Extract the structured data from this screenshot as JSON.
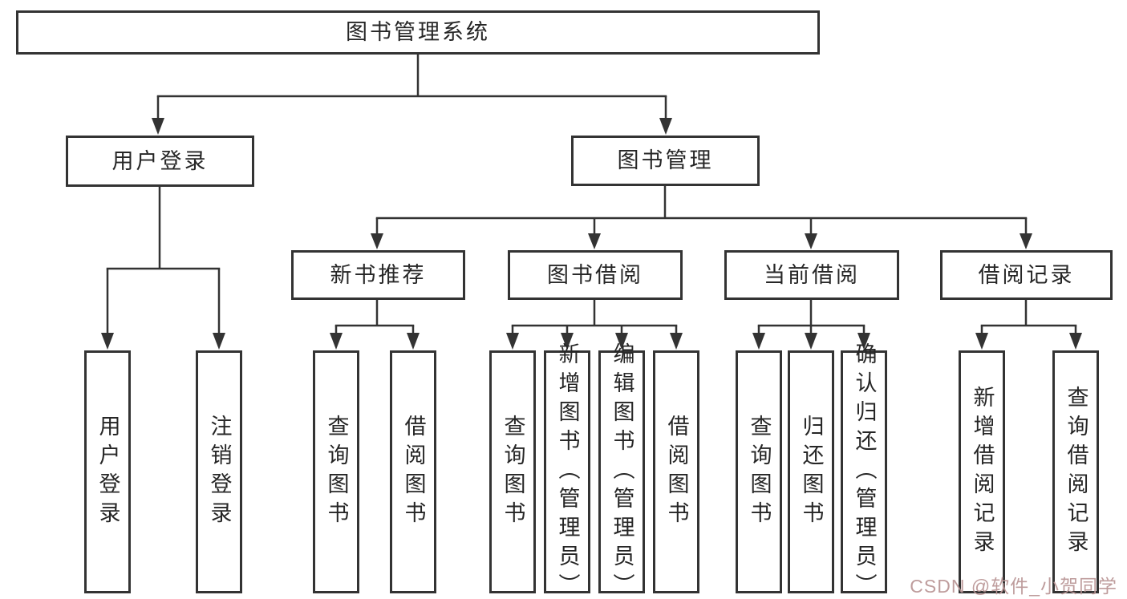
{
  "diagram": {
    "root": "图书管理系统",
    "level1": [
      {
        "label": "用户登录",
        "leaves": [
          "用户登录",
          "注销登录"
        ]
      },
      {
        "label": "图书管理",
        "groups": [
          {
            "label": "新书推荐",
            "leaves": [
              "查询图书",
              "借阅图书"
            ]
          },
          {
            "label": "图书借阅",
            "leaves": [
              "查询图书",
              "新增图书（管理员）",
              "编辑图书（管理员）",
              "借阅图书"
            ]
          },
          {
            "label": "当前借阅",
            "leaves": [
              "查询图书",
              "归还图书",
              "确认归还（管理员）"
            ]
          },
          {
            "label": "借阅记录",
            "leaves": [
              "新增借阅记录",
              "查询借阅记录"
            ]
          }
        ]
      }
    ]
  },
  "watermark": {
    "text": "CSDN @软件_小贺同学",
    "color": "#ba9797"
  },
  "colors": {
    "line": "#333333",
    "box_border": "#333333",
    "text": "#262626",
    "background": "#ffffff"
  }
}
